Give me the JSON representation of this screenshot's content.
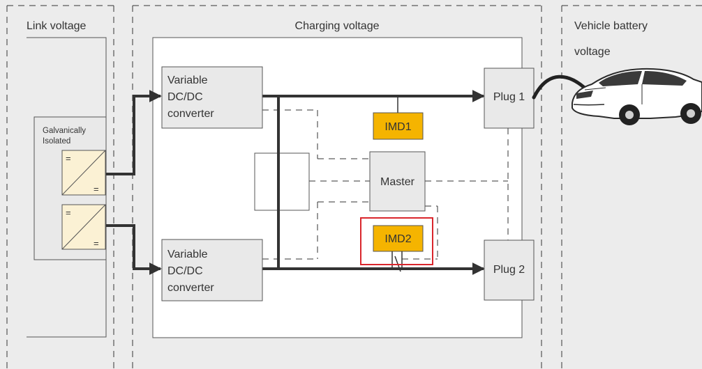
{
  "zones": {
    "link_voltage": "Link voltage",
    "charging_voltage": "Charging voltage",
    "vehicle_battery_voltage_line1": "Vehicle battery",
    "vehicle_battery_voltage_line2": "voltage"
  },
  "isolated_block": {
    "label_line1": "Galvanically",
    "label_line2": "Isolated",
    "converter_symbol": "="
  },
  "converters": {
    "line1": "Variable",
    "line2": "DC/DC",
    "line3": "converter"
  },
  "devices": {
    "imd1": "IMD1",
    "imd2": "IMD2",
    "master": "Master",
    "plug1": "Plug 1",
    "plug2": "Plug 2"
  },
  "colors": {
    "imd_fill": "#f5b400",
    "highlight": "#d9262c",
    "converter_fill": "#fbf1d4",
    "box_fill": "#e9e9e9",
    "background": "#ececec",
    "line": "#333333"
  },
  "icons": {
    "vehicle": "car-icon"
  }
}
